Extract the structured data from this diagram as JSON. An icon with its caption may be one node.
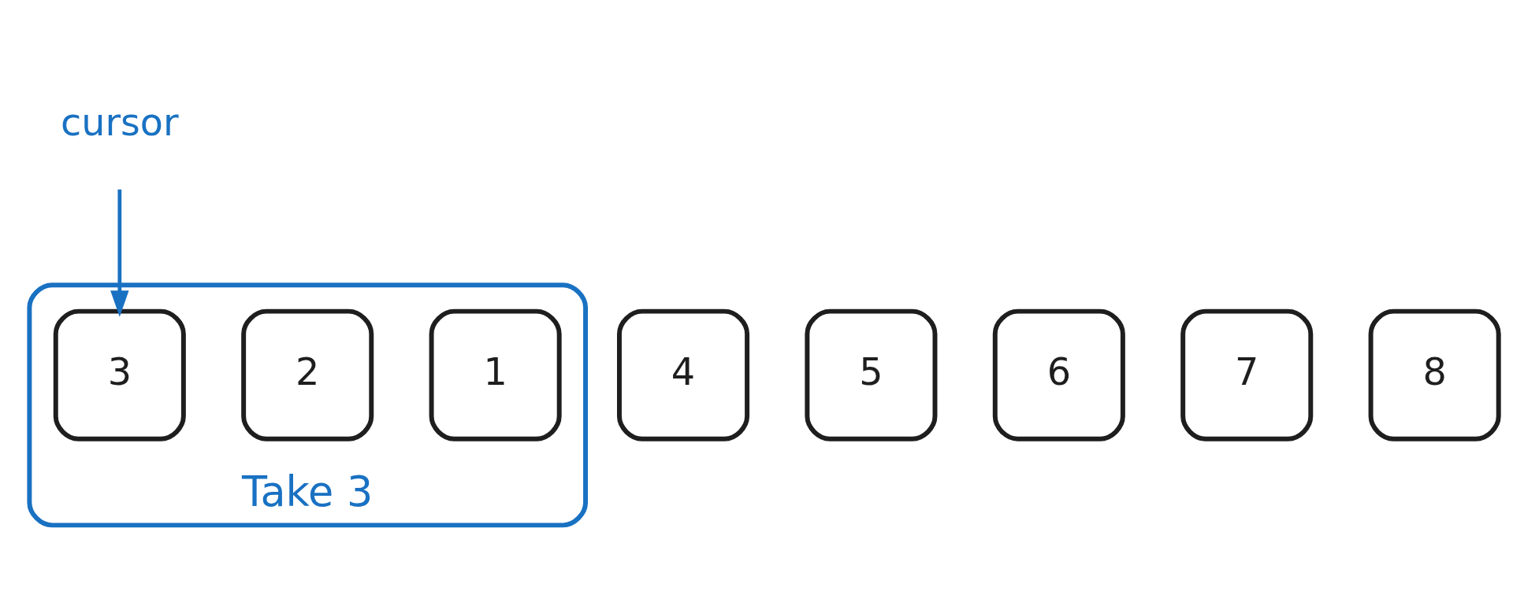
{
  "diagram": {
    "nodes": [
      {
        "text": [
          "cursor"
        ]
      },
      {
        "text": [
          "Take 3"
        ]
      },
      {
        "text": [
          "1"
        ],
        "in": 1
      },
      {
        "text": [
          "2"
        ],
        "in": 1
      },
      {
        "text": [
          "3"
        ],
        "in": 1
      },
      {
        "text": [
          "4"
        ]
      },
      {
        "text": [
          "5"
        ]
      },
      {
        "text": [
          "6"
        ]
      },
      {
        "text": [
          "7"
        ]
      },
      {
        "text": [
          "8"
        ]
      }
    ],
    "edges": [
      {
        "from": 0,
        "to": 4,
        "arrow": "to"
      }
    ]
  }
}
